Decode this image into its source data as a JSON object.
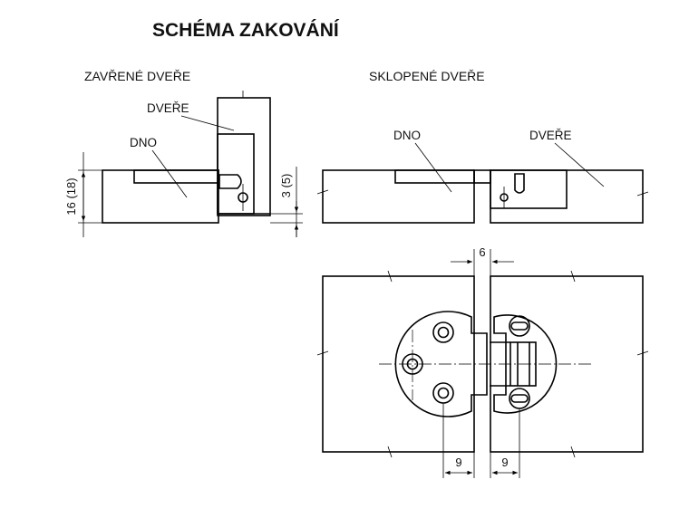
{
  "title": "SCHÉMA ZAKOVÁNÍ",
  "closed_door": {
    "heading": "ZAVŘENÉ DVEŘE",
    "label_door": "DVEŘE",
    "label_bottom": "DNO",
    "dim_thickness": "16 (18)",
    "dim_gap": "3 (5)"
  },
  "folded_door": {
    "heading": "SKLOPENÉ DVEŘE",
    "label_bottom": "DNO",
    "label_door": "DVEŘE"
  },
  "top_view": {
    "dim_gap": "6",
    "dim_left": "9",
    "dim_right": "9"
  }
}
